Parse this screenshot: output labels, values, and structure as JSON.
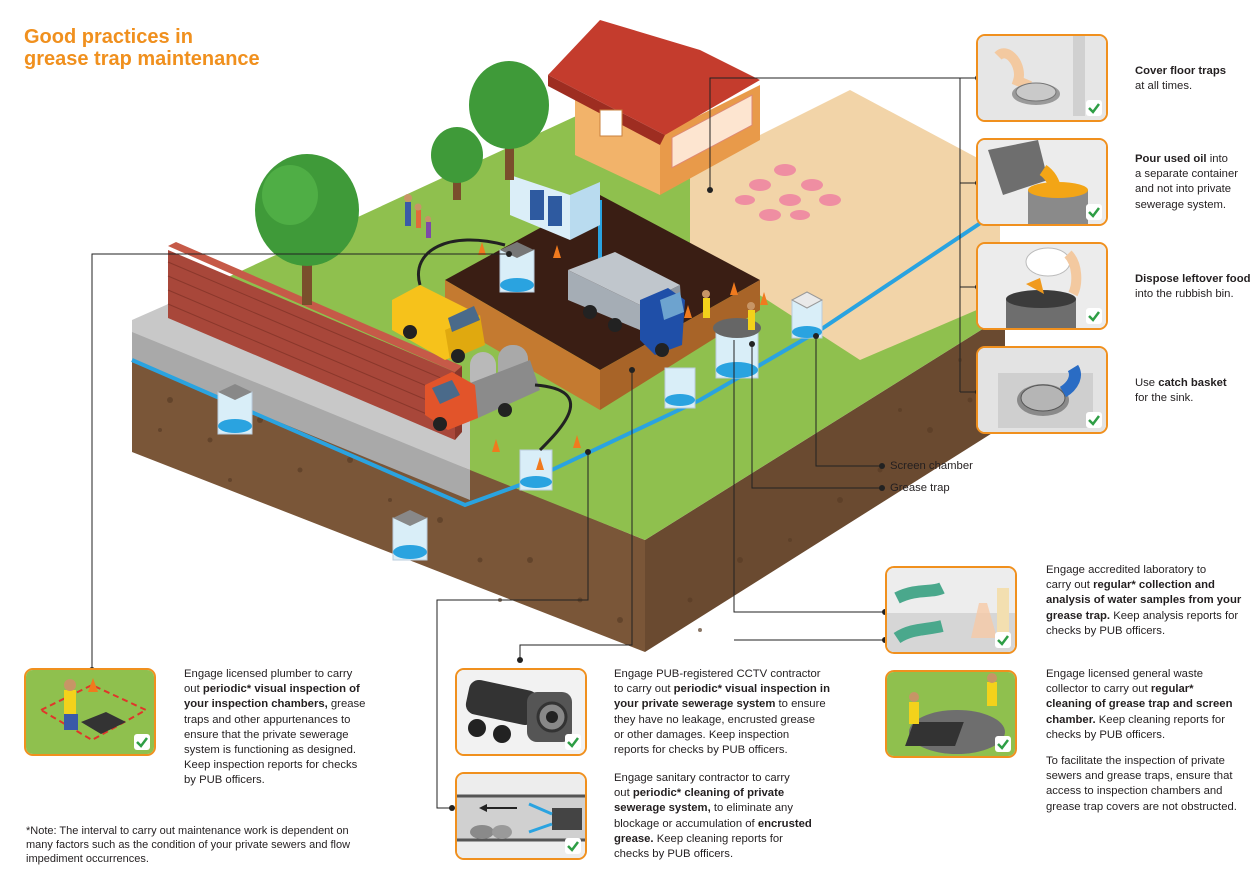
{
  "title": {
    "line1": "Good practices in",
    "line2": "grease trap maintenance"
  },
  "colors": {
    "accent": "#f0901e",
    "check": "#2e9e45",
    "water": "#2aa3e0",
    "grass": "#8fc04e",
    "soil": "#7a5638",
    "brick": "#a8473a",
    "roof": "#c43c2d"
  },
  "labels": {
    "screen_chamber": "Screen chamber",
    "grease_trap": "Grease trap"
  },
  "practices": [
    {
      "icon": "floor-trap-icon",
      "lines": [
        [
          {
            "t": "Cover floor traps",
            "b": true
          }
        ],
        [
          {
            "t": "at all times.",
            "b": false
          }
        ]
      ]
    },
    {
      "icon": "oil-pot-icon",
      "lines": [
        [
          {
            "t": "Pour used oil",
            "b": true
          },
          {
            "t": " into",
            "b": false
          }
        ],
        [
          {
            "t": "a separate container",
            "b": false
          }
        ],
        [
          {
            "t": "and not into private",
            "b": false
          }
        ],
        [
          {
            "t": "sewerage system.",
            "b": false
          }
        ]
      ]
    },
    {
      "icon": "rubbish-bin-icon",
      "lines": [
        [
          {
            "t": "Dispose leftover food",
            "b": true
          }
        ],
        [
          {
            "t": "into the rubbish bin.",
            "b": false
          }
        ]
      ]
    },
    {
      "icon": "catch-basket-icon",
      "lines": [
        [
          {
            "t": "Use ",
            "b": false
          },
          {
            "t": "catch basket",
            "b": true
          }
        ],
        [
          {
            "t": "for the sink.",
            "b": false
          }
        ]
      ]
    }
  ],
  "lab_sampling": {
    "icon": "lab-sample-icon",
    "lines": [
      [
        {
          "t": "Engage accredited laboratory to",
          "b": false
        }
      ],
      [
        {
          "t": "carry out ",
          "b": false
        },
        {
          "t": "regular* collection and",
          "b": true
        }
      ],
      [
        {
          "t": "analysis of water samples from your",
          "b": true
        }
      ],
      [
        {
          "t": "grease trap.",
          "b": true
        },
        {
          "t": " Keep analysis reports for",
          "b": false
        }
      ],
      [
        {
          "t": "checks by PUB officers.",
          "b": false
        }
      ]
    ]
  },
  "waste_collector": {
    "icon": "waste-collector-icon",
    "lines": [
      [
        {
          "t": "Engage licensed general waste",
          "b": false
        }
      ],
      [
        {
          "t": "collector to carry out ",
          "b": false
        },
        {
          "t": "regular*",
          "b": true
        }
      ],
      [
        {
          "t": "cleaning of grease trap and screen",
          "b": true
        }
      ],
      [
        {
          "t": "chamber.",
          "b": true
        },
        {
          "t": " Keep cleaning reports for",
          "b": false
        }
      ],
      [
        {
          "t": "checks by PUB officers.",
          "b": false
        }
      ]
    ]
  },
  "access_note": {
    "lines": [
      [
        {
          "t": "To facilitate the inspection of private",
          "b": false
        }
      ],
      [
        {
          "t": "sewers and grease traps, ensure that",
          "b": false
        }
      ],
      [
        {
          "t": "access to inspection chambers and",
          "b": false
        }
      ],
      [
        {
          "t": "grease trap covers are not obstructed.",
          "b": false
        }
      ]
    ]
  },
  "plumber": {
    "icon": "plumber-inspection-icon",
    "lines": [
      [
        {
          "t": "Engage licensed plumber to carry",
          "b": false
        }
      ],
      [
        {
          "t": "out ",
          "b": false
        },
        {
          "t": "periodic* visual inspection of",
          "b": true
        }
      ],
      [
        {
          "t": "your inspection chambers,",
          "b": true
        },
        {
          "t": " grease",
          "b": false
        }
      ],
      [
        {
          "t": "traps and other appurtenances to",
          "b": false
        }
      ],
      [
        {
          "t": "ensure that the private sewerage",
          "b": false
        }
      ],
      [
        {
          "t": "system is functioning as designed.",
          "b": false
        }
      ],
      [
        {
          "t": "Keep inspection reports for checks",
          "b": false
        }
      ],
      [
        {
          "t": "by PUB officers.",
          "b": false
        }
      ]
    ]
  },
  "cctv": {
    "icon": "cctv-camera-icon",
    "lines": [
      [
        {
          "t": "Engage PUB-registered CCTV contractor",
          "b": false
        }
      ],
      [
        {
          "t": "to carry out ",
          "b": false
        },
        {
          "t": "periodic* visual inspection in",
          "b": true
        }
      ],
      [
        {
          "t": "your private sewerage system",
          "b": true
        },
        {
          "t": " to ensure",
          "b": false
        }
      ],
      [
        {
          "t": "they have no leakage, encrusted grease",
          "b": false
        }
      ],
      [
        {
          "t": "or other damages. Keep inspection",
          "b": false
        }
      ],
      [
        {
          "t": "reports for checks by PUB officers.",
          "b": false
        }
      ]
    ]
  },
  "sanitary": {
    "icon": "pipe-jetting-icon",
    "lines": [
      [
        {
          "t": "Engage sanitary contractor to carry",
          "b": false
        }
      ],
      [
        {
          "t": "out ",
          "b": false
        },
        {
          "t": "periodic* cleaning of private",
          "b": true
        }
      ],
      [
        {
          "t": "sewerage system,",
          "b": true
        },
        {
          "t": " to eliminate any",
          "b": false
        }
      ],
      [
        {
          "t": "blockage or accumulation of ",
          "b": false
        },
        {
          "t": "encrusted",
          "b": true
        }
      ],
      [
        {
          "t": "grease.",
          "b": true
        },
        {
          "t": " Keep cleaning reports for",
          "b": false
        }
      ],
      [
        {
          "t": "checks by PUB officers.",
          "b": false
        }
      ]
    ]
  },
  "footnote": {
    "lines": [
      "*Note: The interval to carry out maintenance work is dependent on",
      "many factors such as the condition of your private sewers and flow",
      "impediment occurrences."
    ]
  }
}
